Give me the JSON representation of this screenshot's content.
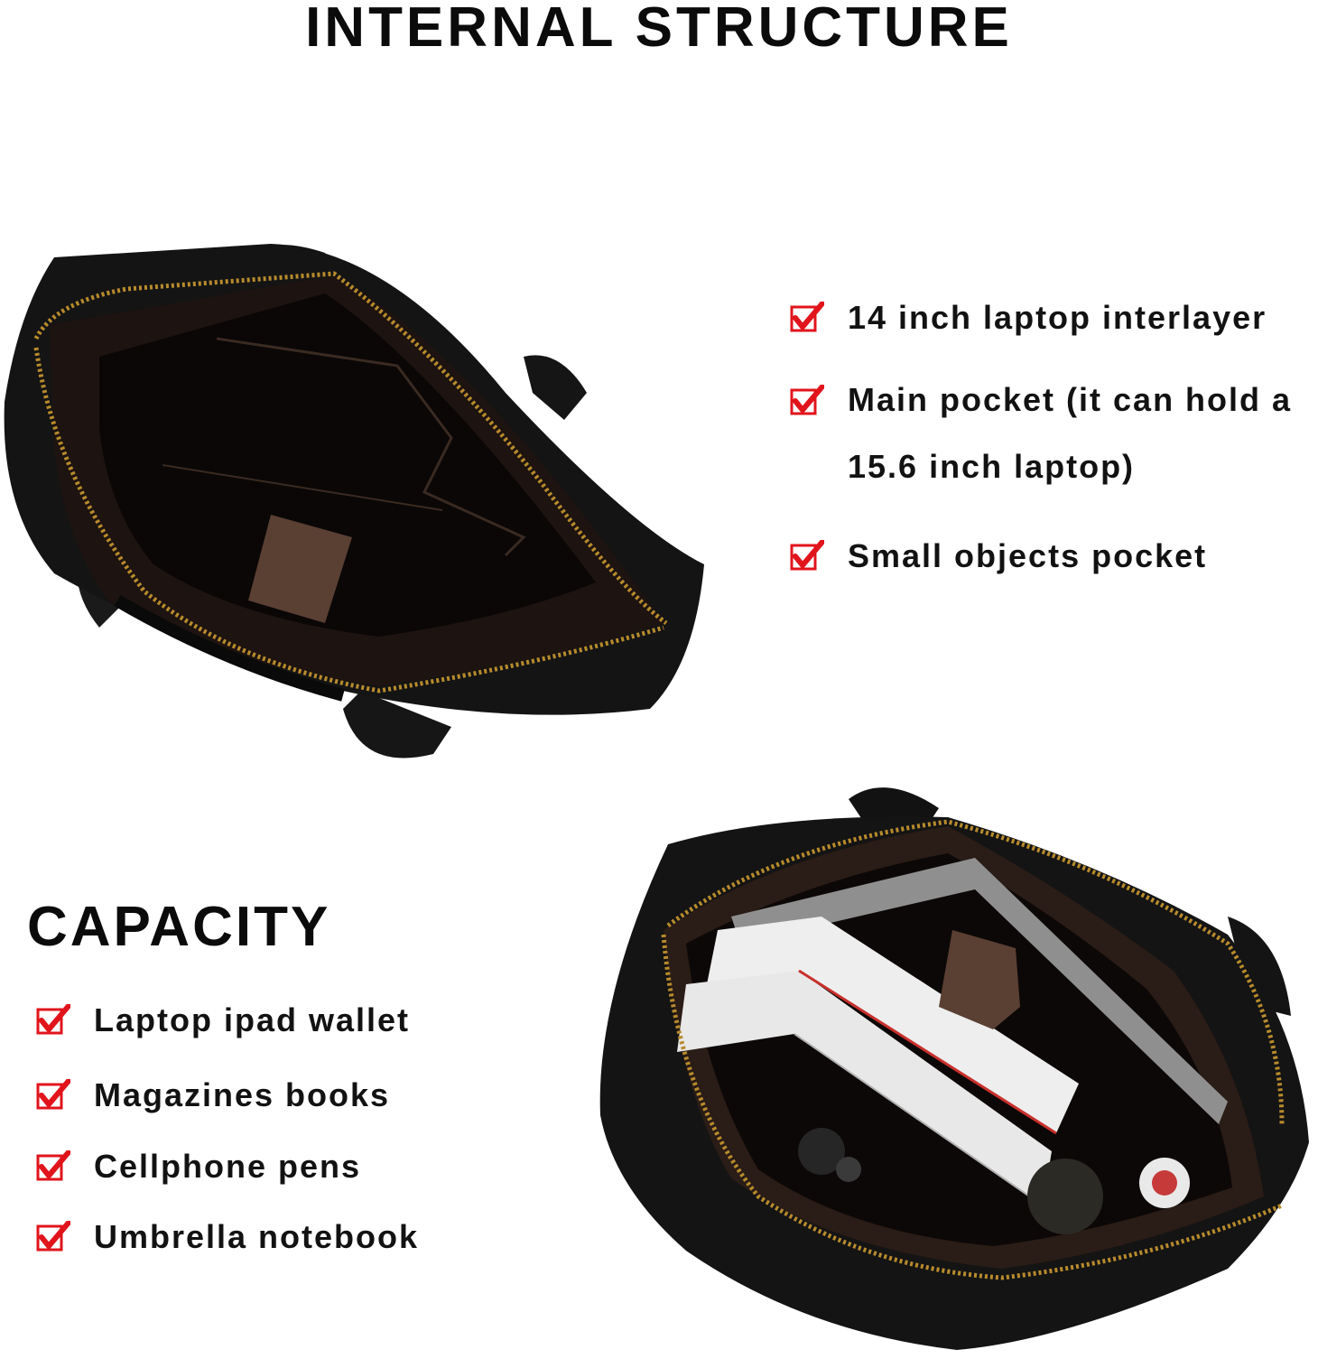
{
  "header": {
    "title": "INTERNAL STRUCTURE"
  },
  "internal_structure": {
    "items": [
      {
        "label": "14 inch laptop interlayer"
      },
      {
        "label": "Main pocket (it can hold a 15.6 inch laptop)"
      },
      {
        "label": "Small objects pocket"
      }
    ]
  },
  "capacity": {
    "title": "CAPACITY",
    "items": [
      {
        "label": "Laptop ipad wallet"
      },
      {
        "label": "Magazines books"
      },
      {
        "label": "Cellphone pens"
      },
      {
        "label": "Umbrella notebook"
      }
    ]
  },
  "icons": {
    "checkbox": "checkbox-checked-icon"
  },
  "colors": {
    "check_red": "#e1141c",
    "leather_black": "#141414",
    "zipper_gold": "#b88b2c",
    "lining_brown": "#2a1c16",
    "strap_brown": "#5a3f33",
    "text": "#111111",
    "background": "#ffffff"
  }
}
